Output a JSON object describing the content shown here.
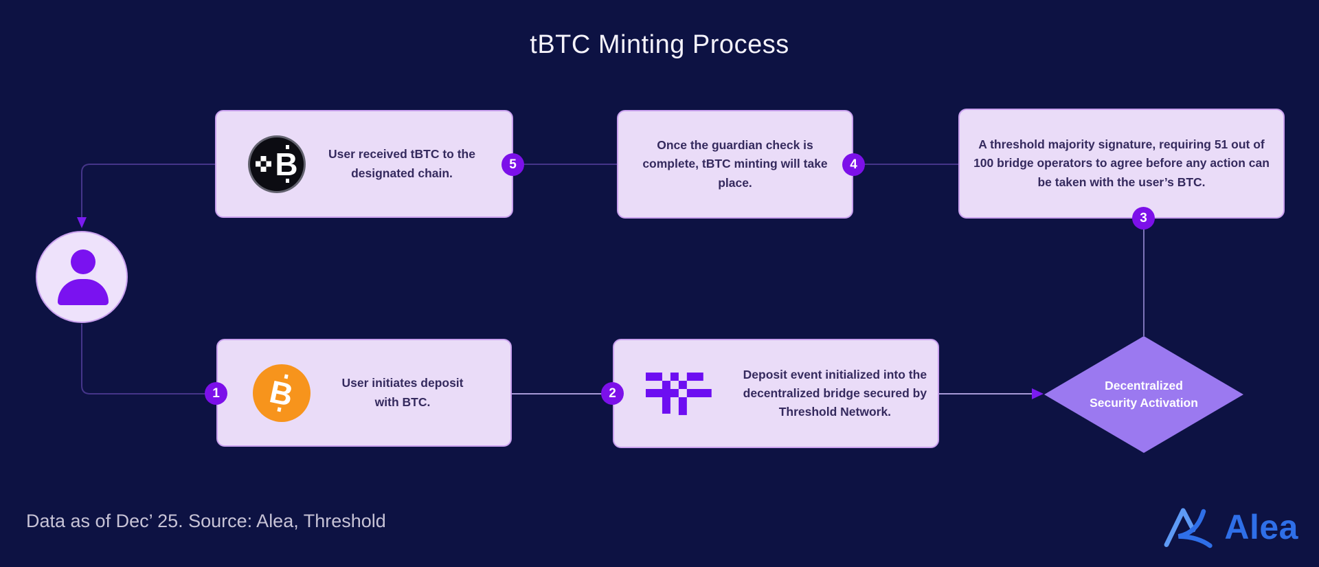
{
  "title": "tBTC Minting Process",
  "steps": [
    {
      "number": "1",
      "icon": "bitcoin-icon",
      "text": "User initiates deposit with BTC."
    },
    {
      "number": "2",
      "icon": "threshold-icon",
      "text": "Deposit event initialized into the decentralized bridge secured by Threshold Network."
    },
    {
      "number": "3",
      "icon": null,
      "text": "A threshold majority signature, requiring 51 out of 100 bridge operators to agree before any action can be taken with the user’s BTC."
    },
    {
      "number": "4",
      "icon": null,
      "text": "Once the guardian check is complete, tBTC minting will take place."
    },
    {
      "number": "5",
      "icon": "tbtc-icon",
      "text": "User received tBTC to the designated chain."
    }
  ],
  "decision": {
    "label": "Decentralized Security Activation"
  },
  "actor": {
    "icon": "person-icon"
  },
  "footer": {
    "note": "Data as of Dec’ 25. Source: Alea, Threshold"
  },
  "brand": {
    "name": "Alea"
  },
  "colors": {
    "background": "#0d1243",
    "card_fill": "#eadcf8",
    "card_border": "#c9a0ee",
    "card_text": "#352a5e",
    "badge": "#7c10e9",
    "diamond": "#9b79f0",
    "accent_purple": "#7a12f0",
    "bitcoin_orange": "#f7941c",
    "connector_dark": "#45358a",
    "connector_light": "#a79ad8",
    "brand_blue": "#2f6fe8"
  }
}
